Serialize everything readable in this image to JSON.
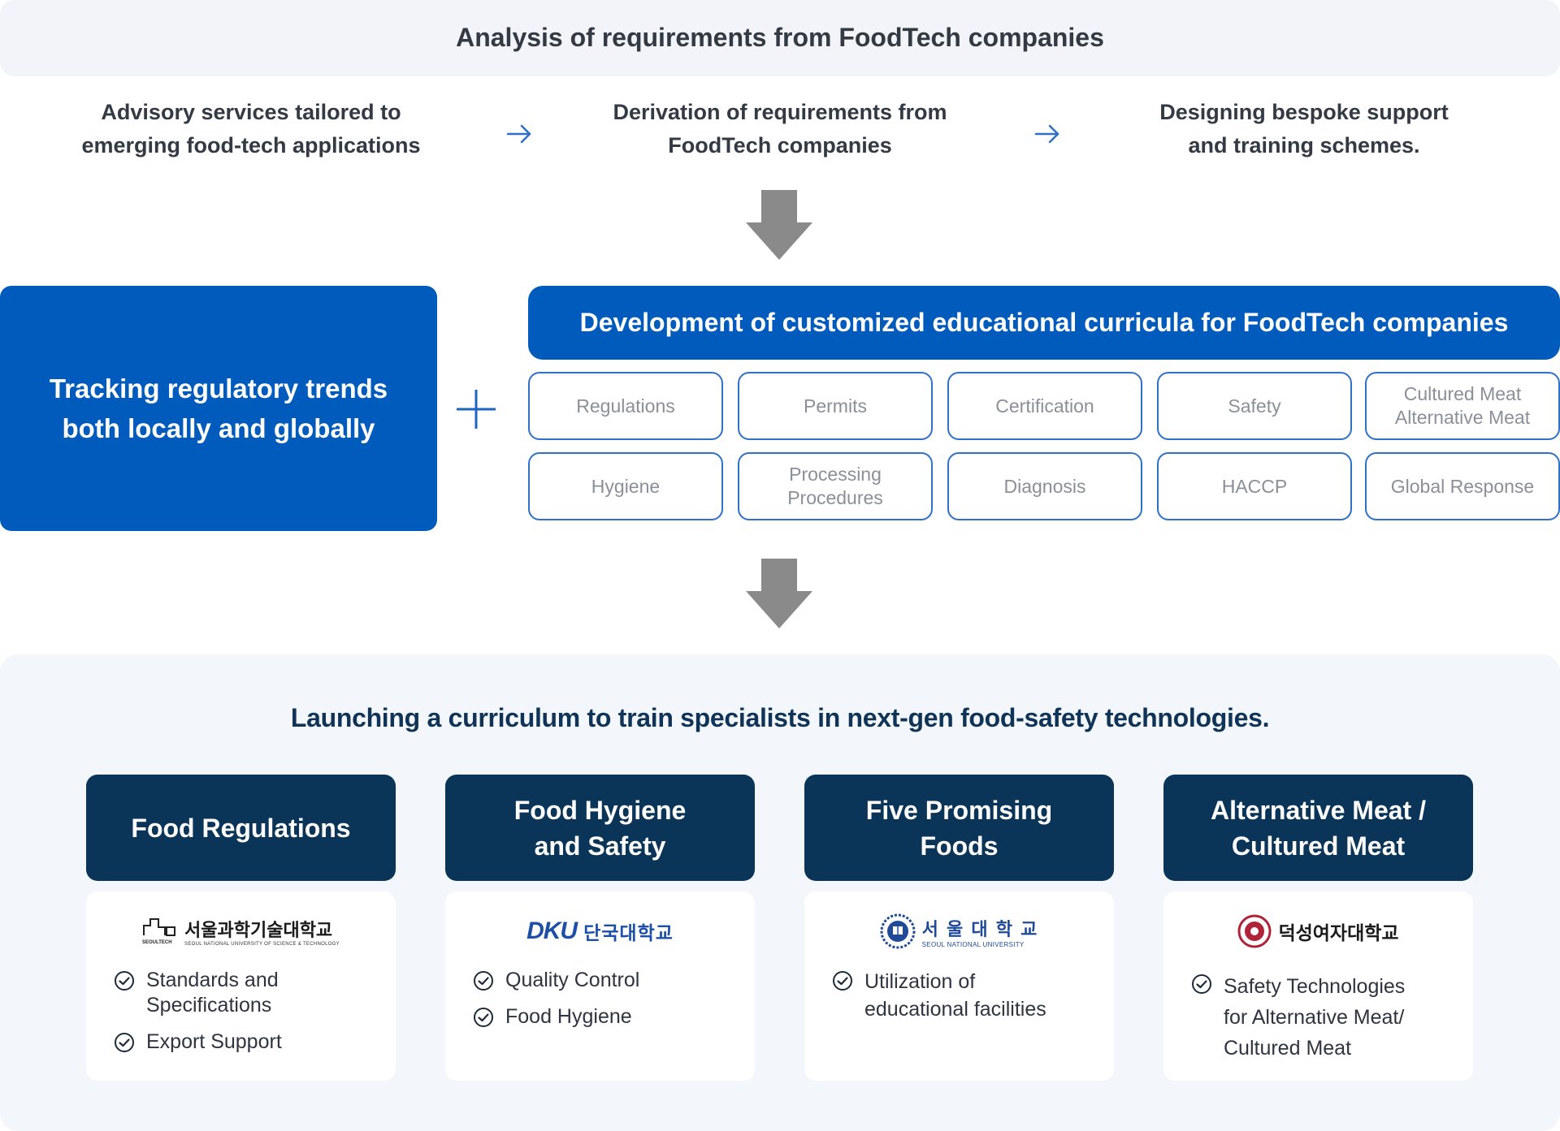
{
  "header": {
    "title": "Analysis of requirements from FoodTech companies"
  },
  "steps": [
    {
      "text": "Advisory services tailored to\nemerging food-tech applications"
    },
    {
      "text": "Derivation of requirements from\nFoodTech companies"
    },
    {
      "text": "Designing bespoke support\nand training schemes."
    }
  ],
  "tracking": {
    "text": "Tracking regulatory trends\nboth locally and globally"
  },
  "development": {
    "title": "Development of customized educational curricula for FoodTech companies",
    "chips": [
      "Regulations",
      "Permits",
      "Certification",
      "Safety",
      "Cultured Meat\nAlternative Meat",
      "Hygiene",
      "Processing\nProcedures",
      "Diagnosis",
      "HACCP",
      "Global Response"
    ]
  },
  "launch": {
    "title": "Launching a curriculum to train specialists in next-gen food-safety technologies.",
    "cards": [
      {
        "heading": "Food Regulations",
        "logo_text": "서울과학기술대학교",
        "logo_brand": "SEOULTECH",
        "logo_sub": "SEOUL NATIONAL UNIVERSITY OF SCIENCE & TECHNOLOGY",
        "items": [
          "Standards and\nSpecifications",
          "Export Support"
        ]
      },
      {
        "heading": "Food Hygiene\nand Safety",
        "logo_text": "단국대학교",
        "logo_brand": "DKU",
        "items": [
          "Quality Control",
          "Food Hygiene"
        ]
      },
      {
        "heading": "Five Promising\nFoods",
        "logo_text": "서 울 대 학 교",
        "logo_sub": "SEOUL NATIONAL UNIVERSITY",
        "items": [
          "Utilization of\neducational facilities"
        ]
      },
      {
        "heading": "Alternative Meat /\nCultured Meat",
        "logo_text": "덕성여자대학교",
        "items": [
          "Safety Technologies\nfor Alternative Meat/\nCultured Meat"
        ]
      }
    ]
  },
  "icons": {
    "arrow": "arrow-right-icon",
    "down": "down-arrow-icon",
    "plus": "plus-icon",
    "check": "check-circle-icon"
  },
  "colors": {
    "primary_blue": "#005bbd",
    "navy": "#0b3558",
    "arrow_gray": "#8a8a8a",
    "band_bg": "#f2f4f9"
  }
}
